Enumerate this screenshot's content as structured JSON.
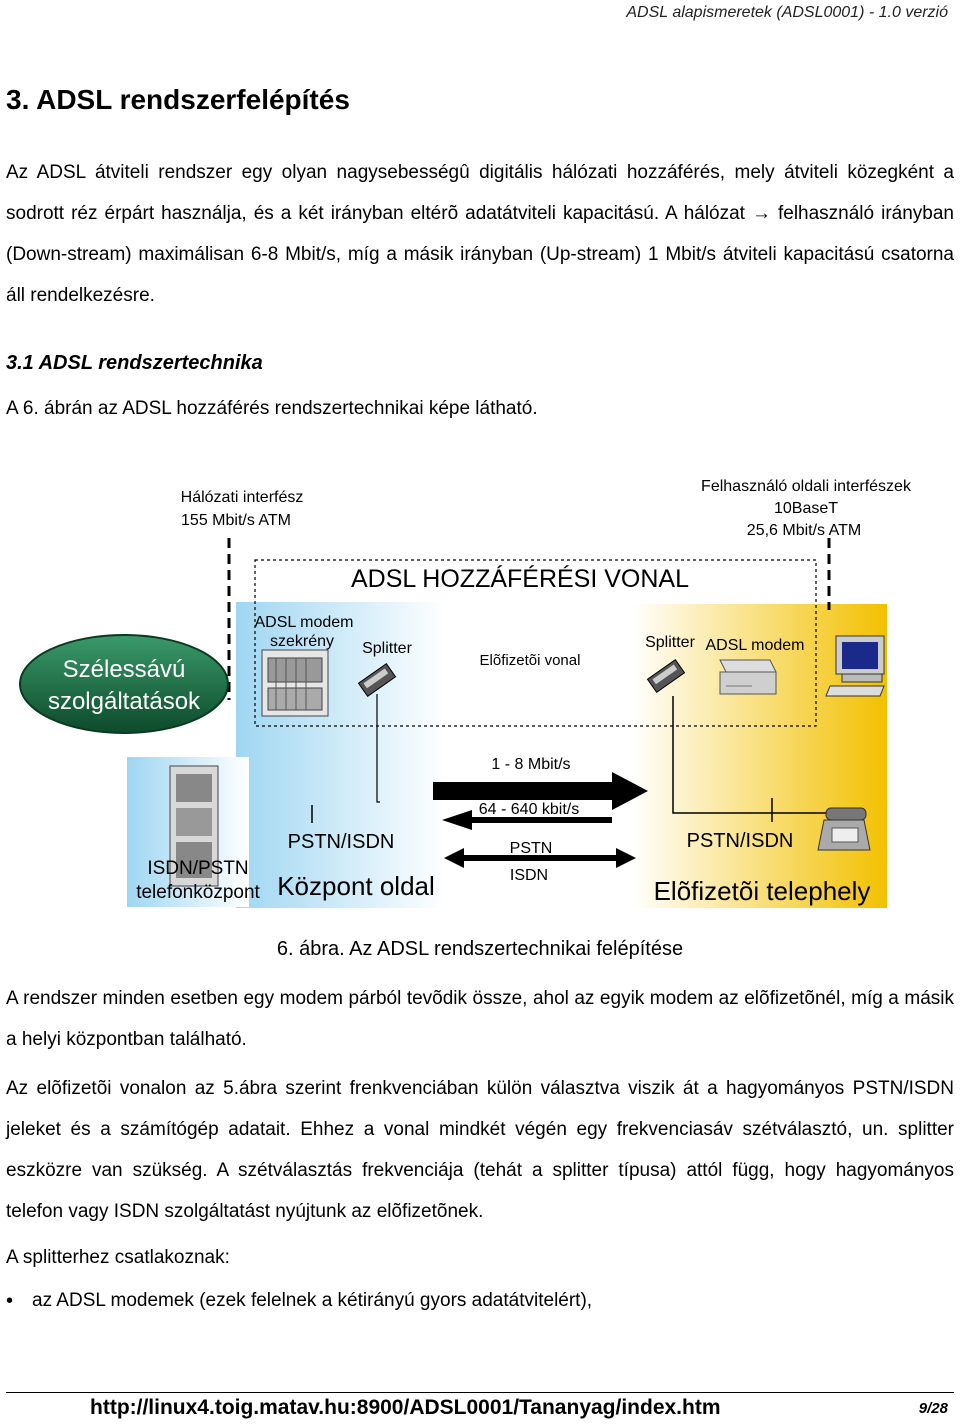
{
  "header": {
    "doc_title": "ADSL alapismeretek (ADSL0001) - 1.0 verzió"
  },
  "section": {
    "title": "3. ADSL rendszerfelépítés",
    "para1": "Az ADSL átviteli rendszer egy olyan nagysebességû digitális hálózati hozzáférés, mely átviteli közegként a sodrott réz érpárt használja, és a két irányban eltérõ adatátviteli kapacitású. A hálózat → felhasználó irányban (Down-stream) maximálisan 6-8 Mbit/s, míg a másik irányban (Up-stream) 1 Mbit/s átviteli kapacitású csatorna áll rendelkezésre.",
    "subtitle": "3.1  ADSL rendszertechnika",
    "intro": "A 6. ábrán az ADSL hozzáférés rendszertechnikai képe látható."
  },
  "figure": {
    "net_interface_line1": "Hálózati interfész",
    "net_interface_line2": "155 Mbit/s ATM",
    "user_interface_line1": "Felhasználó oldali interfészek",
    "user_interface_line2": "10BaseT",
    "user_interface_line3": "25,6 Mbit/s ATM",
    "adsl_line_title": "ADSL HOZZÁFÉRÉSI VONAL",
    "broadband_line1": "Szélessávú",
    "broadband_line2": "szolgáltatások",
    "modem_cabinet_line1": "ADSL modem",
    "modem_cabinet_line2": "szekrény",
    "splitter_left": "Splitter",
    "subscriber_line": "Elõfizetõi vonal",
    "splitter_right": "Splitter",
    "adsl_modem": "ADSL modem",
    "downstream_rate": "1 - 8 Mbit/s",
    "upstream_rate": "64 - 640 kbit/s",
    "pstn_label": "PSTN",
    "isdn_label": "ISDN",
    "pstn_isdn_left": "PSTN/ISDN",
    "pstn_isdn_right": "PSTN/ISDN",
    "exchange_line1": "ISDN/PSTN",
    "exchange_line2": "telefonközpont",
    "central_side": "Központ oldal",
    "subscriber_site": "Elõfizetõi telephely",
    "caption": "6. ábra. Az ADSL rendszertechnikai felépítése"
  },
  "body": {
    "para2": "A rendszer minden esetben egy modem párból tevõdik össze, ahol az egyik modem az elõfizetõnél, míg a másik a helyi központban található.",
    "para3": "Az elõfizetõi vonalon az 5.ábra szerint frenkvenciában külön választva viszik át a hagyományos PSTN/ISDN jeleket és a számítógép adatait. Ehhez a vonal mindkét végén egy frekvenciasáv szétválasztó, un. splitter eszközre van szükség. A szétválasztás frekvenciája (tehát a splitter típusa) attól függ, hogy hagyományos telefon vagy ISDN szolgáltatást nyújtunk az elõfizetõnek.",
    "para4": "A splitterhez csatlakoznak:",
    "bullet1": "az ADSL modemek (ezek felelnek a kétirányú gyors adatátvitelért),"
  },
  "footer": {
    "url": "http://linux4.toig.matav.hu:8900/ADSL0001/Tananyag/index.htm",
    "page": "9/28"
  },
  "colors": {
    "central_gradient_from": "#9fd6f2",
    "subscriber_gradient_to": "#f2c000",
    "broadband_fill": "#1f6b45"
  }
}
